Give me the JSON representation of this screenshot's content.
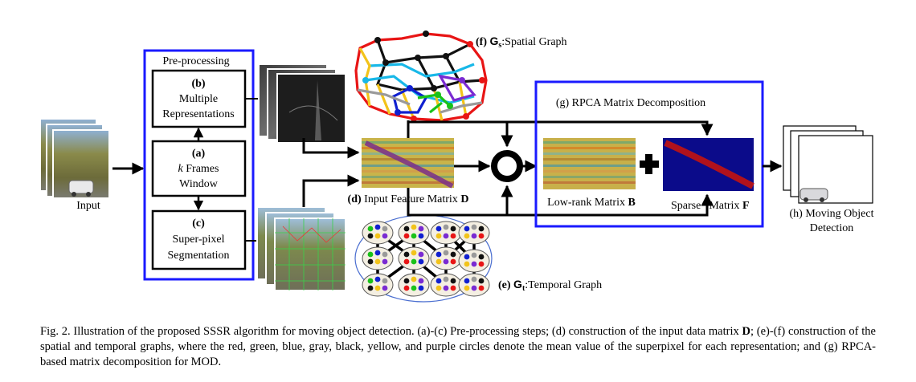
{
  "preprocessing": {
    "title": "Pre-processing",
    "box_b": {
      "tag": "(b)",
      "line1": "Multiple",
      "line2": "Representations"
    },
    "box_a": {
      "tag": "(a)",
      "line1_k": "k",
      "line1_rest": " Frames",
      "line2": "Window"
    },
    "box_c": {
      "tag": "(c)",
      "line1": "Super-pixel",
      "line2": "Segmentation"
    }
  },
  "input_label": "Input",
  "spatial_graph_label": {
    "tag": "(f)",
    "symbol": "G",
    "sub": "s",
    "text": ":Spatial Graph"
  },
  "temporal_graph_label": {
    "tag": "(e)",
    "symbol": "G",
    "sub": "t",
    "text": ":Temporal Graph"
  },
  "feature_matrix_label": {
    "tag": "(d)",
    "text": " Input Feature Matrix ",
    "bold": "D"
  },
  "rpca": {
    "title": "(g) RPCA Matrix Decomposition",
    "lowrank_label": "Low-rank Matrix ",
    "lowrank_bold": "B",
    "sparse_label_1": "Sparse",
    "sparse_label_2": "Matrix ",
    "sparse_bold": "F"
  },
  "output_label": {
    "line1": "(h)  Moving Object",
    "line2": "Detection"
  },
  "colors": {
    "accent_blue": "#1a1aff",
    "sparse_bg": "#0b0b8a",
    "sparse_stripe": "#b0121c"
  },
  "caption": {
    "prefix": "Fig. 2.    Illustration of the proposed SSSR algorithm for moving object detection. (a)-(c) Pre-processing steps; (d) construction of the input data matrix ",
    "bold_d": "D",
    "rest": "; (e)-(f) construction of the spatial and temporal graphs, where the red, green, blue, gray, black, yellow, and purple circles denote the mean value of the superpixel for each representation; and (g) RPCA-based matrix decomposition for MOD."
  }
}
